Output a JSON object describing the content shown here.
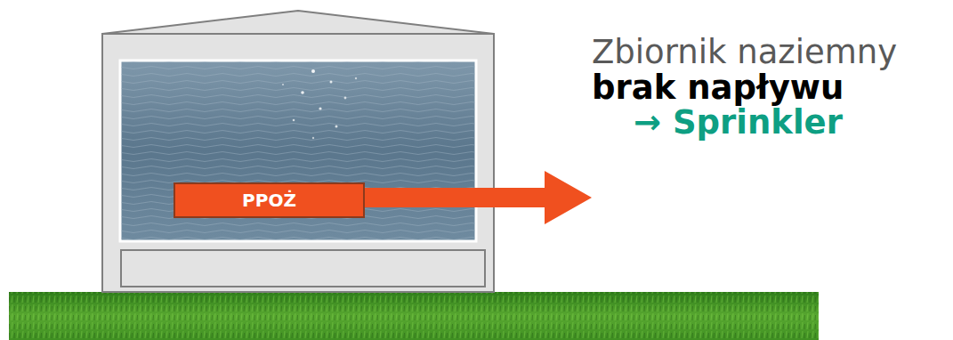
{
  "diagram": {
    "nodes": [
      {
        "text": [
          "PPOŻ"
        ]
      }
    ],
    "labels": [
      "Zbiornik naziemny",
      "brak napływu",
      "→ Sprinkler"
    ]
  }
}
